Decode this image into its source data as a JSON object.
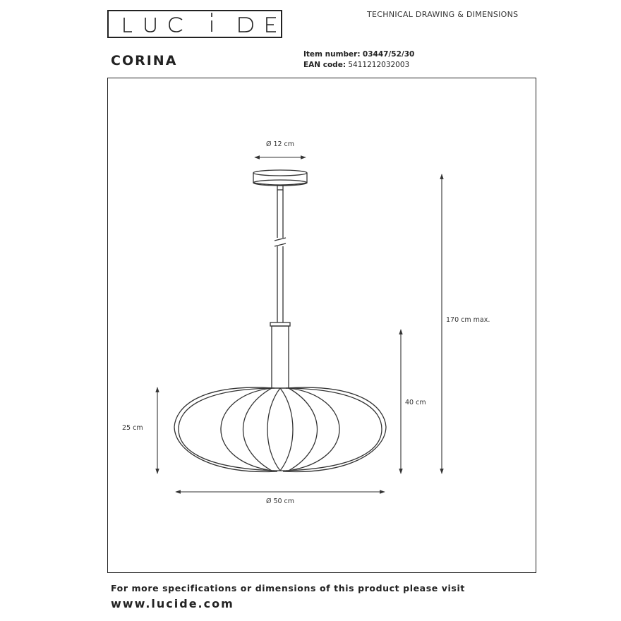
{
  "brand": {
    "logo_text": "LUCIDE"
  },
  "header": {
    "doc_title": "TECHNICAL DRAWING & DIMENSIONS"
  },
  "product": {
    "name": "CORINA"
  },
  "meta": {
    "item_number_label": "Item number:",
    "item_number_value": "03447/52/30",
    "ean_label": "EAN code:",
    "ean_value": "5411212032003"
  },
  "dimensions": {
    "canopy_diameter": "Ø 12 cm",
    "total_height": "170 cm max.",
    "lamp_height": "40 cm",
    "shade_height": "25 cm",
    "shade_diameter": "Ø 50 cm"
  },
  "footer": {
    "line": "For more specifications or dimensions of this product please visit",
    "url": "www.lucide.com"
  }
}
